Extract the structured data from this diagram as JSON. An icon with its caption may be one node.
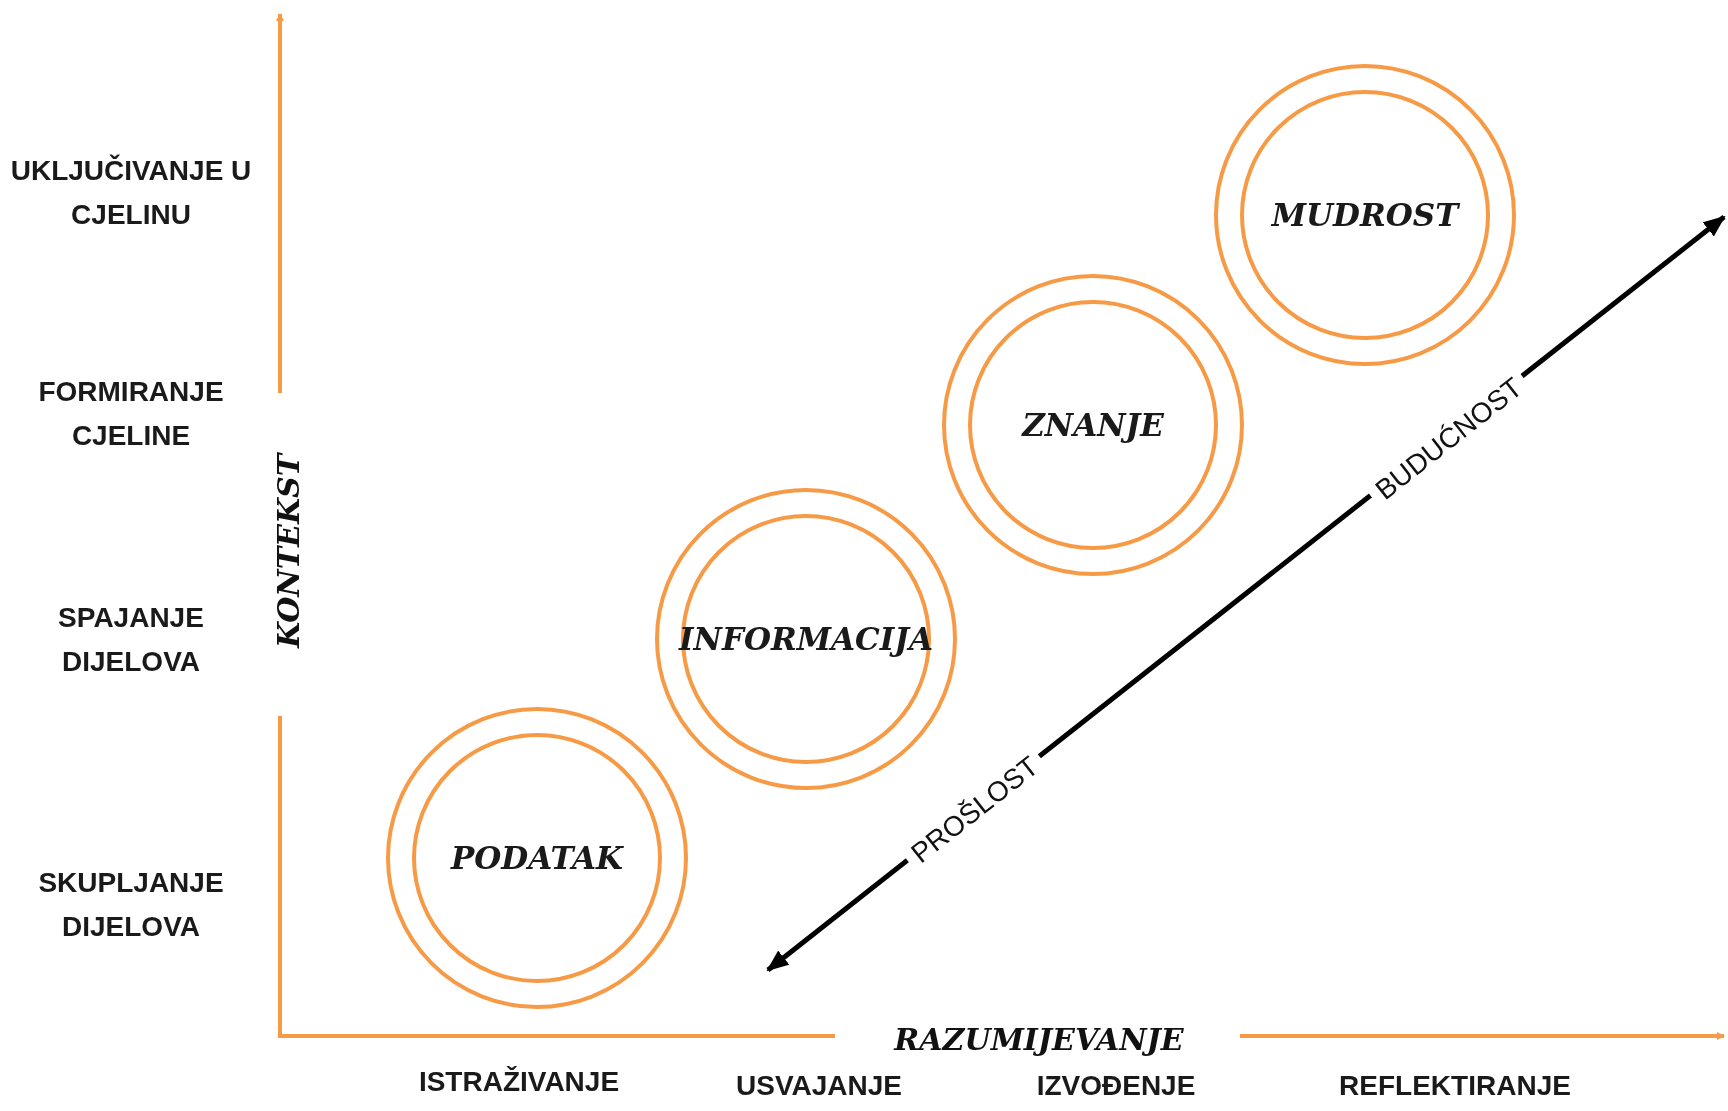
{
  "diagram": {
    "nodes": [
      {
        "text": [
          "PODATAK"
        ]
      },
      {
        "text": [
          "INFORMACIJA"
        ]
      },
      {
        "text": [
          "ZNANJE"
        ]
      },
      {
        "text": [
          "MUDROST"
        ]
      }
    ],
    "labels": [
      "UKLJUČIVANJE U CJELINU",
      "FORMIRANJE CJELINE",
      "KONTEKST",
      "SPAJANJE DIJELOVA",
      "SKUPLJANJE DIJELOVA",
      "BUDUĆNOST",
      "PROŠLOST",
      "RAZUMIJEVANJE",
      "ISTRAŽIVANJE",
      "USVAJANJE",
      "IZVOĐENJE",
      "REFLEKTIRANJE"
    ]
  }
}
